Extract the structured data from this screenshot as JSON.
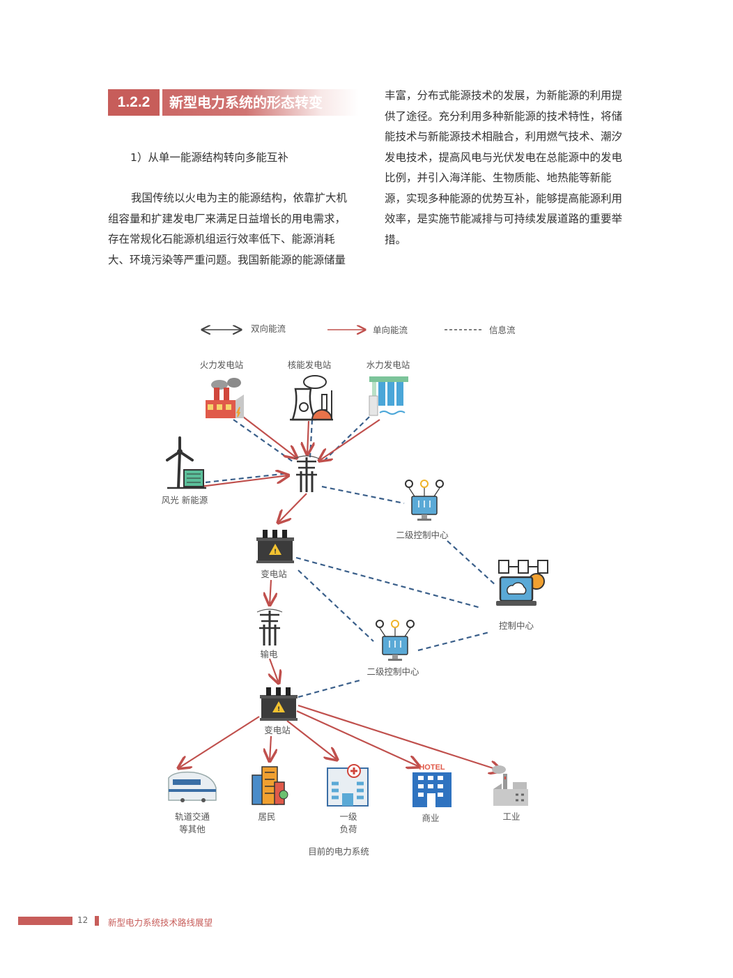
{
  "section": {
    "number": "1.2.2",
    "title": "新型电力系统的形态转变"
  },
  "subheading": "1）从单一能源结构转向多能互补",
  "left_paragraph": [
    "我国传统以火电为主的能源结构，依靠扩大机",
    "组容量和扩建发电厂来满足日益增长的用电需求，",
    "存在常规化石能源机组运行效率低下、能源消耗",
    "大、环境污染等严重问题。我国新能源的能源储量"
  ],
  "right_paragraph": [
    "丰富，分布式能源技术的发展，为新能源的利用提",
    "供了途径。充分利用多种新能源的技术特性，将储",
    "能技术与新能源技术相融合，利用燃气技术、潮汐",
    "发电技术，提高风电与光伏发电在总能源中的发电",
    "比例，并引入海洋能、生物质能、地热能等新能",
    "源，实现多种能源的优势互补，能够提高能源利用",
    "效率，是实施节能减排与可持续发展道路的重要举",
    "措。"
  ],
  "diagram": {
    "legend": {
      "bidirectional": "双向能流",
      "unidirectional": "单向能流",
      "info": "信息流"
    },
    "labels": {
      "thermal": "火力发电站",
      "nuclear": "核能发电站",
      "hydro": "水力发电站",
      "wind_solar": "风光 新能源",
      "secondary_control_1": "二级控制中心",
      "substation_1": "变电站",
      "control_center": "控制中心",
      "transmission": "输电",
      "secondary_control_2": "二级控制中心",
      "substation_2": "变电站",
      "rail_1": "轨道交通",
      "rail_2": "等其他",
      "residents": "居民",
      "primary_1": "一级",
      "primary_2": "负荷",
      "commerce": "商业",
      "industry": "工业",
      "hotel_sign": "HOTEL"
    },
    "caption": "目前的电力系统",
    "colors": {
      "energy": "#c0504d",
      "info": "#3a5f8a",
      "accent": "#c75d5a"
    }
  },
  "footer": {
    "page": "12",
    "title": "新型电力系统技术路线展望"
  }
}
